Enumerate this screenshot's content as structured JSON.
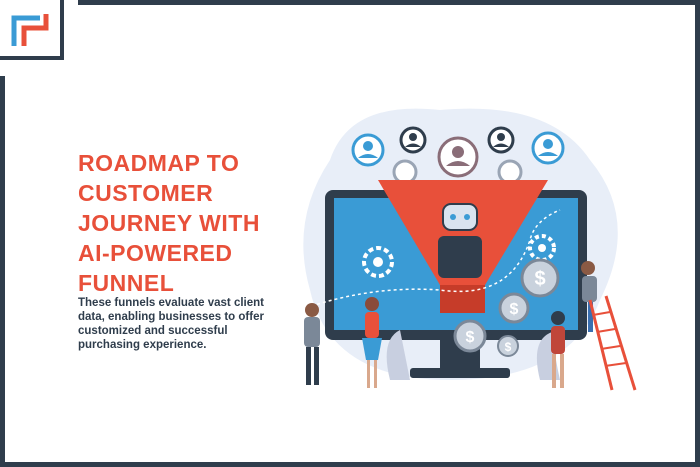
{
  "brand": {
    "logo_icon": "bracket-logo-icon",
    "accent_color": "#e8503a",
    "frame_color": "#2f3d4c"
  },
  "hero": {
    "headline_lines": [
      "ROADMAP TO",
      "CUSTOMER",
      "JOURNEY WITH",
      "AI-POWERED",
      "FUNNEL"
    ],
    "description": "These funnels evaluate vast client data, enabling businesses to offer customized and successful purchasing experience."
  },
  "illustration": {
    "coin_symbol": "$",
    "icons": [
      "user-avatar-icon",
      "robot-icon",
      "gear-icon",
      "dollar-coin-icon",
      "funnel-icon",
      "monitor-icon",
      "ladder-icon"
    ]
  }
}
